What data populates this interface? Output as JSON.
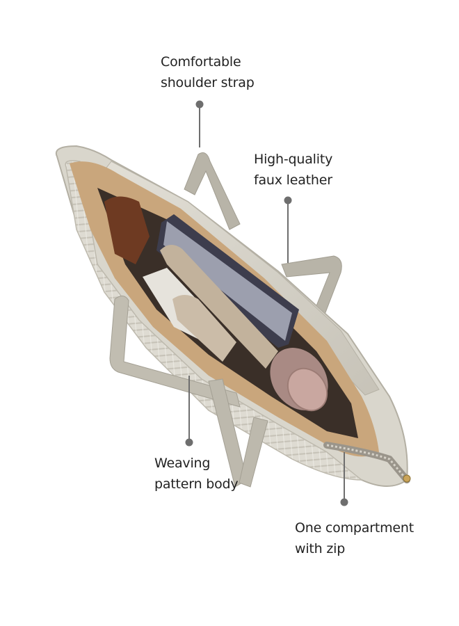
{
  "colors": {
    "background": "#ffffff",
    "bag_body": "#d9d6cc",
    "bag_shadow": "#b9b5a9",
    "lining": "#c9a67c",
    "strap": "#b8b4a8",
    "leader_line": "#6e6e6e",
    "text": "#222222"
  },
  "callouts": {
    "strap": [
      "Comfortable",
      "shoulder strap"
    ],
    "leather": [
      "High-quality",
      "faux leather"
    ],
    "weave": [
      "Weaving",
      "pattern body"
    ],
    "zip": [
      "One compartment",
      "with zip"
    ]
  }
}
